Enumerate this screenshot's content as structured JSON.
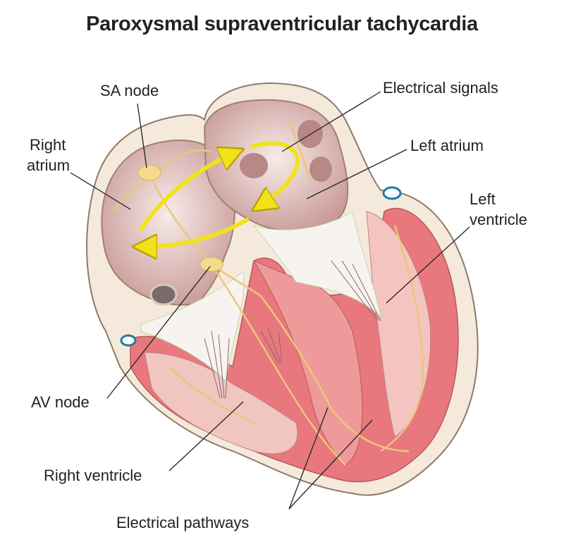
{
  "title": "Paroxysmal supraventricular tachycardia",
  "labels": {
    "sa_node": "SA node",
    "right_atrium_1": "Right",
    "right_atrium_2": "atrium",
    "electrical_signals": "Electrical signals",
    "left_atrium": "Left atrium",
    "left_ventricle_1": "Left",
    "left_ventricle_2": "ventricle",
    "av_node": "AV node",
    "right_ventricle": "Right ventricle",
    "electrical_pathways": "Electrical pathways"
  },
  "colors": {
    "muscle": "#e8787e",
    "muscle_light": "#f2a6a6",
    "chamber": "#ecd6d2",
    "wall": "#f3e6d6",
    "outline": "#9a7a6a",
    "arrow": "#f2e21a",
    "nerve": "#e9c77a"
  }
}
